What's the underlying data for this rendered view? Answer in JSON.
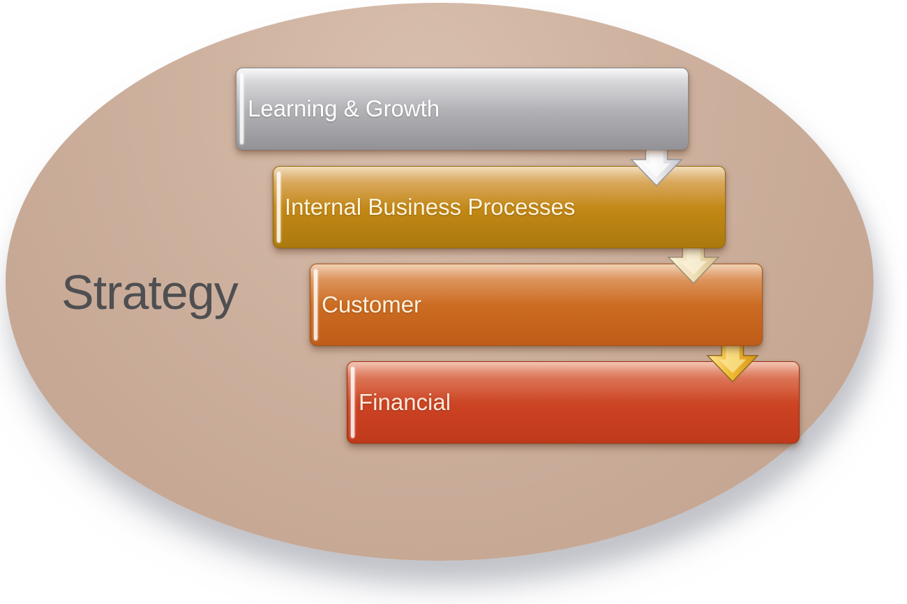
{
  "diagram": {
    "title": "Strategy",
    "title_color": "#4f4f52",
    "ellipse": {
      "fill_top": "#d8bfad",
      "fill_mid": "#cbae9b",
      "fill_bottom": "#c0a18d"
    },
    "bars": [
      {
        "label": "Learning & Growth",
        "text_color": "#ffffff",
        "color_highlight": "#eeeef0",
        "color_top": "#cfcfd3",
        "color_mid": "#b0b0b4",
        "color_bottom": "#939397",
        "border": "#8a8a8f"
      },
      {
        "label": "Internal Business Processes",
        "text_color": "#fdf4dc",
        "color_highlight": "#e0b266",
        "color_top": "#d2973e",
        "color_mid": "#c28714",
        "color_bottom": "#aa790f",
        "border": "#95690e"
      },
      {
        "label": "Customer",
        "text_color": "#fdf0dd",
        "color_highlight": "#e09a5c",
        "color_top": "#d67e3a",
        "color_mid": "#cb6a20",
        "color_bottom": "#bf5c19",
        "border": "#a55316"
      },
      {
        "label": "Financial",
        "text_color": "#fce9da",
        "color_highlight": "#e37e58",
        "color_top": "#d65a34",
        "color_mid": "#cb4323",
        "color_bottom": "#c0391b",
        "border": "#9f3214"
      }
    ],
    "arrows": [
      {
        "from": "Learning & Growth",
        "to": "Internal Business Processes",
        "color_light": "#ffffff",
        "color_base": "#f2f2f4",
        "color_dark": "#c8c8cd",
        "color_notch": "#b9b9bf",
        "outline": "#96969c"
      },
      {
        "from": "Internal Business Processes",
        "to": "Customer",
        "color_light": "#fbf4de",
        "color_base": "#f1e2bc",
        "color_dark": "#d9c28e",
        "color_notch": "#cdb480",
        "outline": "#9a8d70"
      },
      {
        "from": "Customer",
        "to": "Financial",
        "color_light": "#fce9a0",
        "color_base": "#f2bb35",
        "color_dark": "#d6961d",
        "color_notch": "#c28a1c",
        "outline": "#8e6c17"
      }
    ]
  }
}
